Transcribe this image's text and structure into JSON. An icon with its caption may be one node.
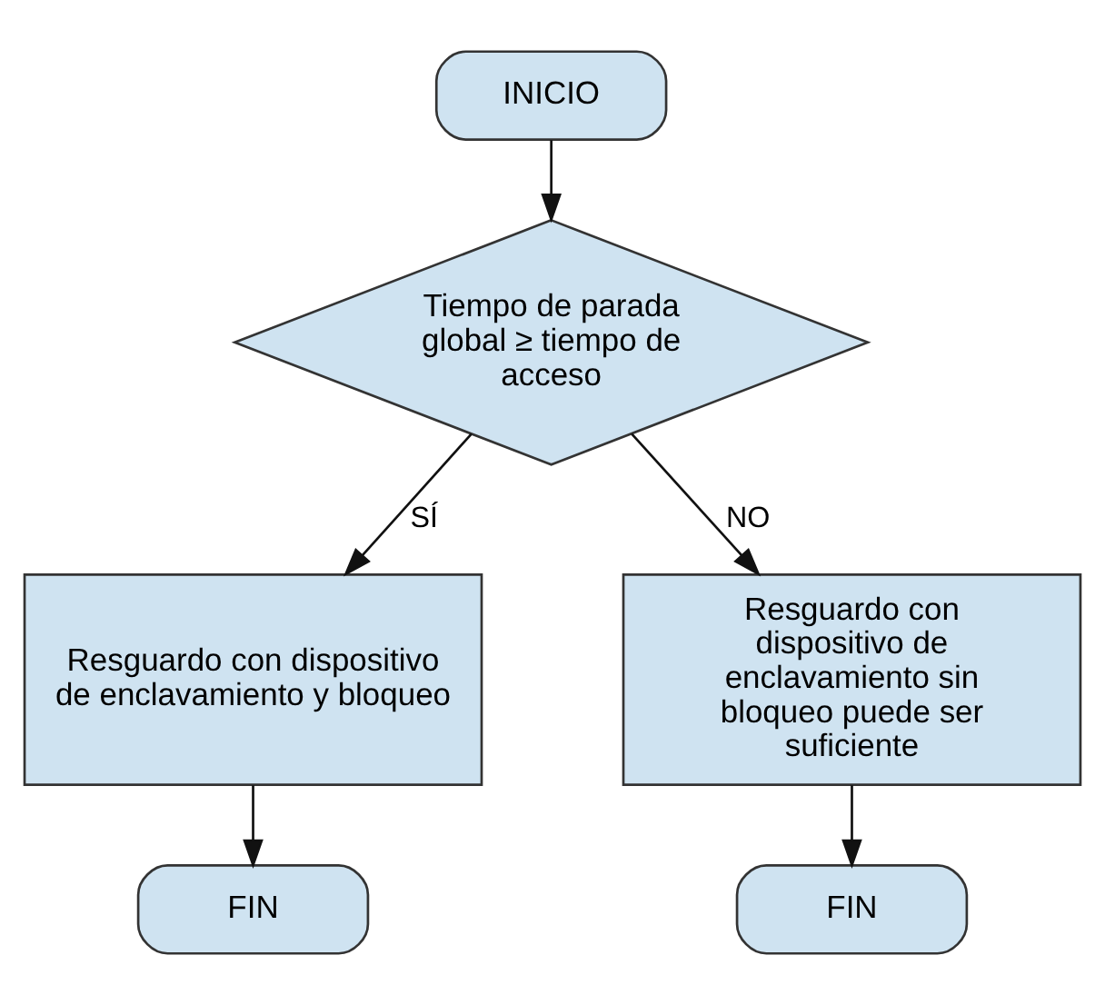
{
  "diagram": {
    "nodes": [
      {
        "text": [
          "INICIO"
        ]
      },
      {
        "text": [
          "Tiempo de parada global ≥ tiempo de acceso"
        ]
      },
      {
        "text": [
          "Resguardo con dispositivo de enclavamiento y bloqueo"
        ]
      },
      {
        "text": [
          "Resguardo con dispositivo de enclavamiento sin bloqueo puede ser suficiente"
        ]
      },
      {
        "text": [
          "FIN"
        ]
      },
      {
        "text": [
          "FIN"
        ]
      }
    ],
    "edges": [
      {
        "from": 0,
        "to": 1,
        "arrow": "to"
      },
      {
        "from": 1,
        "to": 2,
        "arrow": "to",
        "label": "SÍ"
      },
      {
        "from": 1,
        "to": 3,
        "arrow": "to",
        "label": "NO"
      },
      {
        "from": 2,
        "to": 4,
        "arrow": "to"
      },
      {
        "from": 3,
        "to": 5,
        "arrow": "to"
      }
    ]
  }
}
